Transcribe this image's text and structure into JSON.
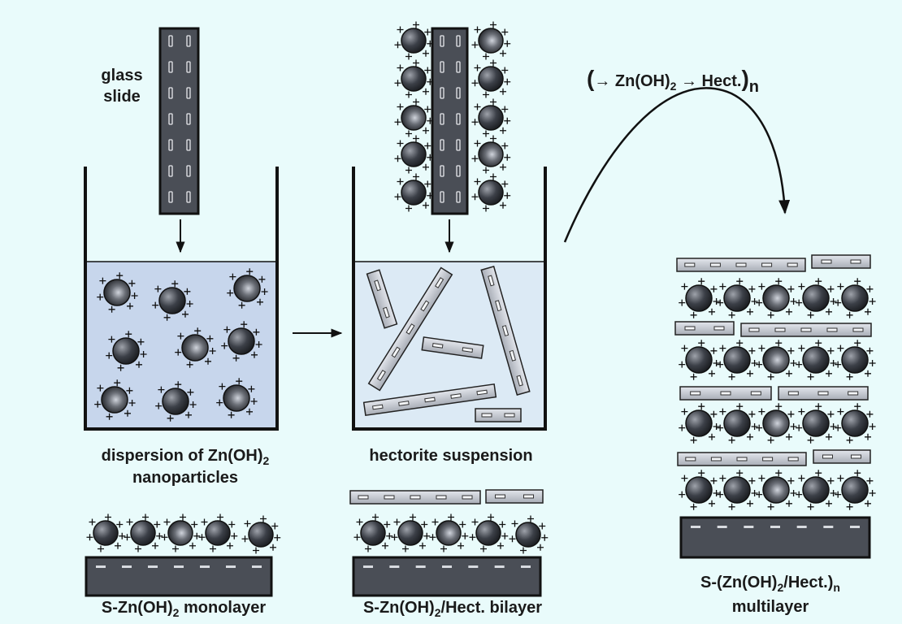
{
  "labels": {
    "glass_slide_1": "glass",
    "glass_slide_2": "slide",
    "dispersion_1_pre": "dispersion of Zn(OH)",
    "dispersion_1_sub": "2",
    "dispersion_2": "nanoparticles",
    "hectorite": "hectorite suspension",
    "monolayer_pre": "S-Zn(OH)",
    "monolayer_sub": "2",
    "monolayer_post": " monolayer",
    "bilayer_pre": "S-Zn(OH)",
    "bilayer_sub": "2",
    "bilayer_post": "/Hect. bilayer",
    "cycle_open": "(",
    "cycle_arrow1": "→",
    "cycle_zn": " Zn(OH)",
    "cycle_zn_sub": "2",
    "cycle_arrow2": " →",
    "cycle_hect": " Hect.",
    "cycle_close": ")",
    "cycle_n": "n",
    "multi_1_pre": "S-(Zn(OH)",
    "multi_1_sub": "2",
    "multi_1_mid": "/Hect.)",
    "multi_1_n": "n",
    "multi_2": "multilayer"
  },
  "colors": {
    "background": "#e9fbfb",
    "glass_slide": "#4a4e56",
    "beaker_liquid_1": "#c7d6ec",
    "beaker_liquid_2": "#dceaf5",
    "hectorite_sheet": "#c4c8d0",
    "nanoparticle": "#222428"
  }
}
